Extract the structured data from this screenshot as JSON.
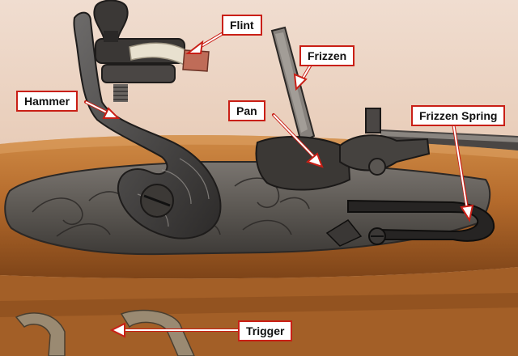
{
  "labels": {
    "flint": "Flint",
    "frizzen": "Frizzen",
    "hammer": "Hammer",
    "pan": "Pan",
    "frizzen_spring": "Frizzen Spring",
    "trigger": "Trigger"
  },
  "colors": {
    "label_border": "#c91f16",
    "arrow": "#c91f16",
    "wood": "#b9712f",
    "lockplate": "#5a5652",
    "background": "#e9d2bf"
  },
  "icons": [
    "flintlock-photo"
  ]
}
